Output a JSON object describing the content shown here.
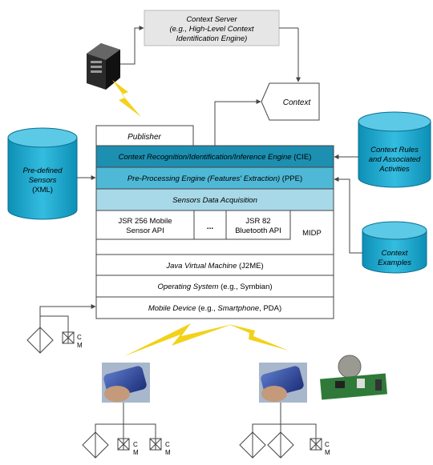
{
  "context_server": {
    "line1": "Context Server",
    "line2": "(e.g., High-Level Context",
    "line3": "Identification Engine)"
  },
  "context_label": "Context",
  "publisher": "Publisher",
  "cie": {
    "italic": "Context Recognition/Identification/Inference Engine",
    "abbr": " (CIE)"
  },
  "ppe": {
    "italic": "Pre-Processing Engine (Features' Extraction)",
    "abbr": " (PPE)"
  },
  "acquisition": "Sensors Data Acquisition",
  "jsr256": {
    "line1": "JSR 256 Mobile",
    "line2": "Sensor API"
  },
  "ellipsis": "...",
  "jsr82": {
    "line1": "JSR 82",
    "line2": "Bluetooth API"
  },
  "midp": "MIDP",
  "jvm": {
    "italic": "Java Virtual Machine",
    "abbr": " (J2ME)"
  },
  "os": {
    "italic": "Operating System",
    "rest": " (e.g., Symbian)"
  },
  "device": {
    "italic": "Mobile Device",
    "mid": " (e.g., ",
    "italic2": "Smartphone",
    "rest": ", PDA)"
  },
  "predefined_sensors": {
    "line1": "Pre-defined",
    "line2": "Sensors",
    "line3": "(XML)"
  },
  "context_rules": {
    "line1": "Context Rules",
    "line2": "and Associated",
    "line3": "Activities"
  },
  "context_examples": {
    "line1": "Context",
    "line2": "Examples"
  },
  "cm": {
    "c": "C",
    "m": "M"
  },
  "colors": {
    "cie_fill": "#1d8fb0",
    "ppe_fill": "#4fb8d6",
    "acq_fill": "#a8d9e8",
    "cylinder": "#1aa3c8",
    "server_box": "#e6e6e6",
    "bolt": "#f2d21a"
  }
}
